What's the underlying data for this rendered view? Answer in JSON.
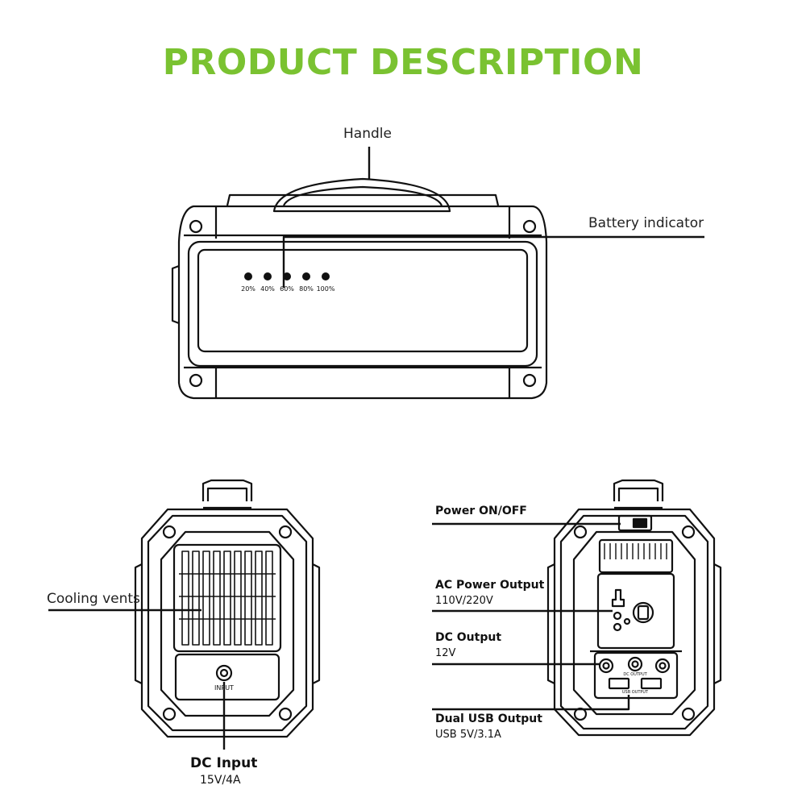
{
  "title": "PRODUCT DESCRIPTION",
  "colors": {
    "title": "#7ac231",
    "line": "#111111"
  },
  "top_view": {
    "handle_label": "Handle",
    "battery_label": "Battery indicator",
    "battery_levels": [
      "20%",
      "40%",
      "60%",
      "80%",
      "100%"
    ]
  },
  "left_view": {
    "cooling_label": "Cooling vents",
    "port_text": "INPUT",
    "dc_input_title": "DC Input",
    "dc_input_value": "15V/4A"
  },
  "right_view": {
    "power_label": "Power ON/OFF",
    "ac_title": "AC Power Output",
    "ac_value": "110V/220V",
    "dc_title": "DC Output",
    "dc_value": "12V",
    "usb_title": "Dual USB Output",
    "usb_value": "USB 5V/3.1A",
    "dc_port_text": "DC OUTPUT",
    "usb_port_text": "USB OUTPUT"
  }
}
